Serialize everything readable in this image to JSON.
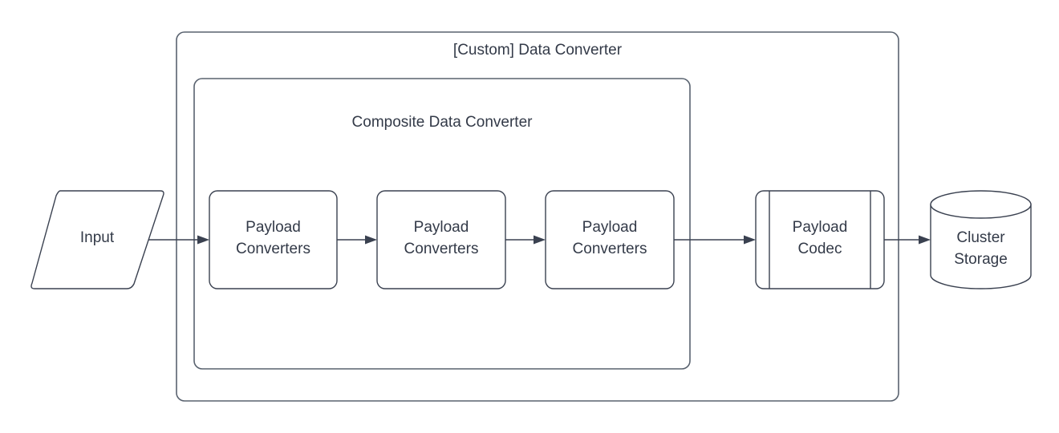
{
  "diagram": {
    "title": "[Custom] Data Converter",
    "background_color": "#ffffff",
    "stroke_color": "#3a4150",
    "container_stroke_color": "#59626f",
    "text_color": "#333a48",
    "containers": [
      {
        "id": "custom-data-converter",
        "label": "[Custom] Data Converter",
        "shape": "rounded-rectangle"
      },
      {
        "id": "composite-data-converter",
        "label": "Composite Data Converter",
        "shape": "rounded-rectangle"
      }
    ],
    "nodes": [
      {
        "id": "input",
        "label": "Input",
        "shape": "parallelogram"
      },
      {
        "id": "payload-converters-1",
        "label_line_1": "Payload",
        "label_line_2": "Converters",
        "shape": "rounded-rectangle"
      },
      {
        "id": "payload-converters-2",
        "label_line_1": "Payload",
        "label_line_2": "Converters",
        "shape": "rounded-rectangle"
      },
      {
        "id": "payload-converters-3",
        "label_line_1": "Payload",
        "label_line_2": "Converters",
        "shape": "rounded-rectangle"
      },
      {
        "id": "payload-codec",
        "label_line_1": "Payload",
        "label_line_2": "Codec",
        "shape": "subroutine"
      },
      {
        "id": "cluster-storage",
        "label_line_1": "Cluster",
        "label_line_2": "Storage",
        "shape": "cylinder"
      }
    ],
    "edges": [
      {
        "id": "edge-input-to-pc1",
        "from": "input",
        "to": "payload-converters-1",
        "arrow": "single"
      },
      {
        "id": "edge-pc1-to-pc2",
        "from": "payload-converters-1",
        "to": "payload-converters-2",
        "arrow": "single"
      },
      {
        "id": "edge-pc2-to-pc3",
        "from": "payload-converters-2",
        "to": "payload-converters-3",
        "arrow": "single"
      },
      {
        "id": "edge-pc3-to-codec",
        "from": "payload-converters-3",
        "to": "payload-codec",
        "arrow": "single"
      },
      {
        "id": "edge-codec-to-storage",
        "from": "payload-codec",
        "to": "cluster-storage",
        "arrow": "single"
      }
    ]
  }
}
